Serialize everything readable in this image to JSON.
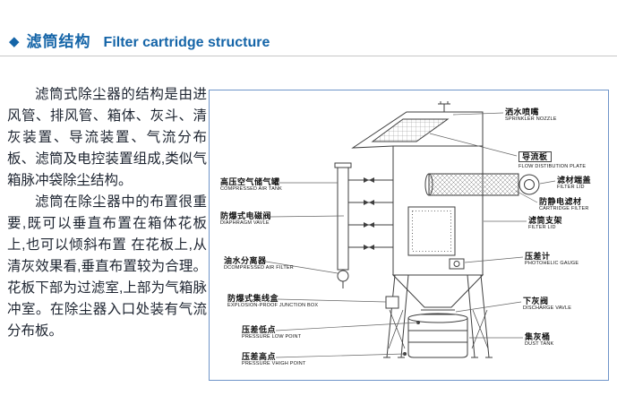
{
  "header": {
    "bullet": "◆",
    "title_zh": "滤筒结构",
    "title_en": "Filter cartridge structure"
  },
  "article": {
    "para1": "滤筒式除尘器的结构是由进风管、排风管、箱体、灰斗、清灰装置、导流装置、气流分布板、滤筒及电控装置组成,类似气箱脉冲袋除尘结构。",
    "para2": "滤筒在除尘器中的布置很重要,既可以垂直布置在箱体花板上,也可以倾斜布置 在花板上,从清灰效果看,垂直布置较为合理。花板下部为过滤室,上部为气箱脉冲室。在除尘器入口处装有气流分布板。"
  },
  "diagram": {
    "labels_left": [
      {
        "zh": "高压空气储气罐",
        "en": "COMPRESSED AIR TANK"
      },
      {
        "zh": "防爆式电磁阀",
        "en": "DIAPHRAGM VAVLE"
      },
      {
        "zh": "油水分离器",
        "en": "DCOMPRESSED AIR FILTER"
      },
      {
        "zh": "防爆式集线盒",
        "en": "EXPLOSION-PROOF JUNCTION BOX"
      },
      {
        "zh": "压差低点",
        "en": "PRESSURE LOW POINT"
      },
      {
        "zh": "压差高点",
        "en": "PRESSURE VHIGH POINT"
      }
    ],
    "labels_right": [
      {
        "zh": "洒水喷嘴",
        "en": "SPRINKLER NOZZLE"
      },
      {
        "zh": "导流板",
        "en": "FLOW DISTIBUTION PLATE"
      },
      {
        "zh": "滤材端盖",
        "en": "FILTER LID"
      },
      {
        "zh": "防静电滤材",
        "en": "CARTRIDGE FILTER"
      },
      {
        "zh": "滤筒支架",
        "en": "FILTER LID"
      },
      {
        "zh": "压差计",
        "en": "PHOTOHELIC GAUGE"
      },
      {
        "zh": "下灰阀",
        "en": "DISCHARGE VAVLE"
      },
      {
        "zh": "集灰桶",
        "en": "DUST TANK"
      }
    ]
  },
  "colors": {
    "accent_blue": "#1565a8",
    "diagram_border": "#6f95c9",
    "line_art": "#3f3f3f"
  }
}
